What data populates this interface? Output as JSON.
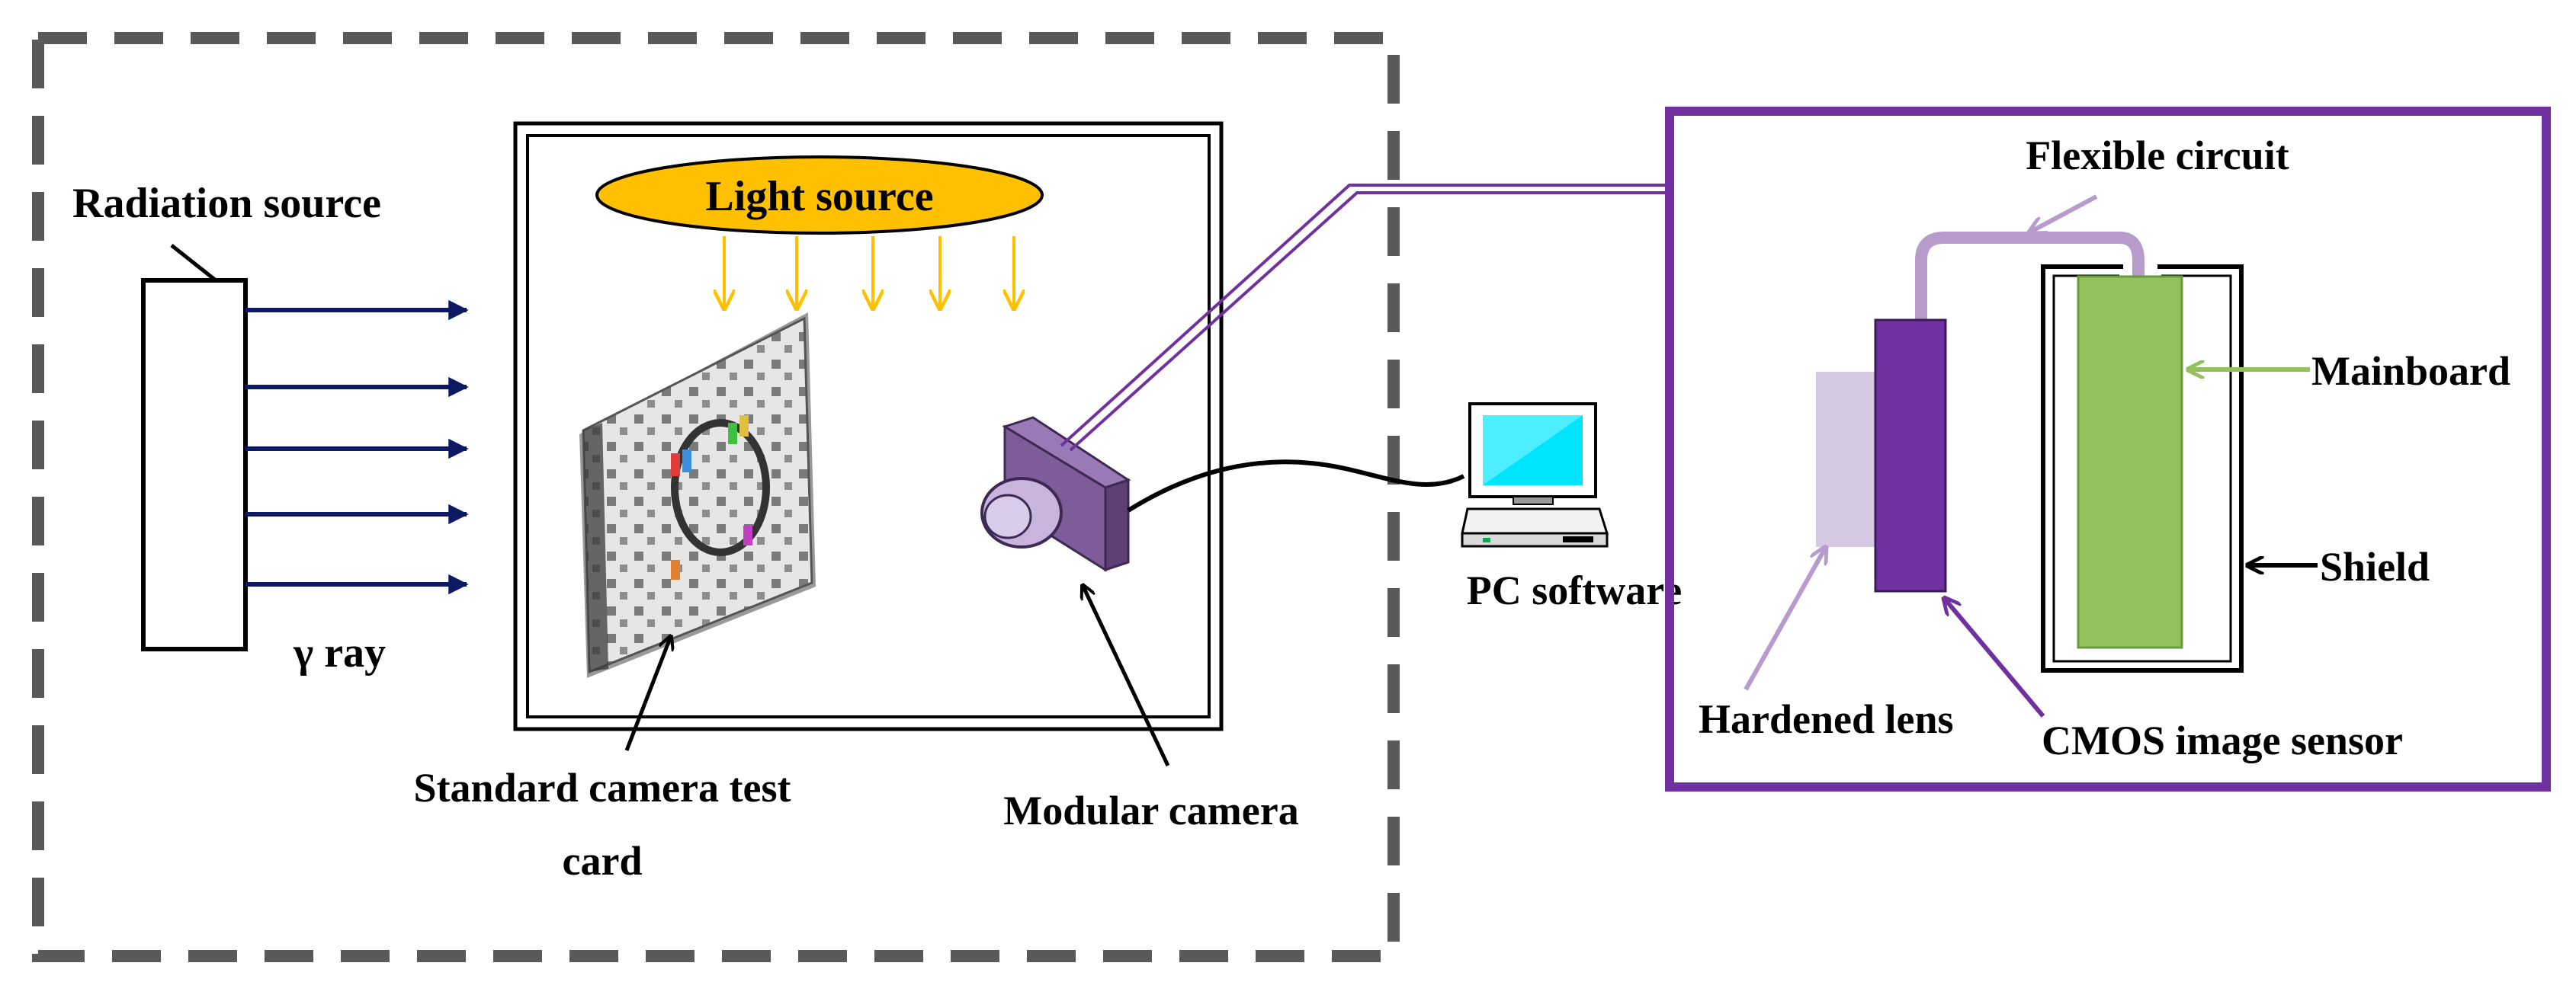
{
  "labels": {
    "radiation_source": "Radiation source",
    "gamma_ray": "γ ray",
    "light_source": "Light source",
    "test_card_line1": "Standard camera test",
    "test_card_line2": "card",
    "modular_camera": "Modular camera",
    "pc_software": "PC software",
    "flexible_circuit": "Flexible circuit",
    "mainboard": "Mainboard",
    "shield": "Shield",
    "hardened_lens": "Hardened lens",
    "cmos_sensor": "CMOS image sensor"
  },
  "colors": {
    "dashed_border": "#595959",
    "beam_arrows": "#0d1a63",
    "light_source_fill": "#ffc000",
    "light_arrows": "#ffc000",
    "camera_body": "#7e5c9a",
    "cable_purple": "#7030a0",
    "detail_border": "#7030a0",
    "flex_circuit": "#b79bcc",
    "cmos_sensor": "#7030a0",
    "hardened_lens": "#d6c7e3",
    "mainboard": "#92c05a",
    "pc_screen": "#00e5ff"
  },
  "icons": [
    "camera-test-card",
    "modular-camera-icon",
    "pc-computer-icon"
  ]
}
